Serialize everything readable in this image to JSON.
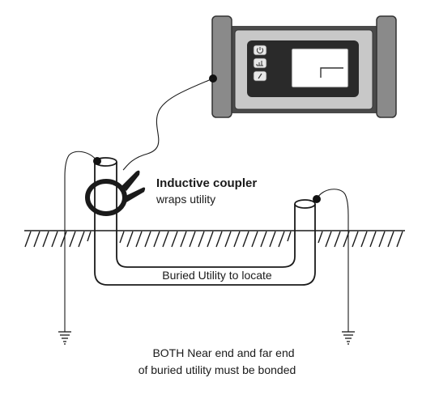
{
  "diagram": {
    "coupler_title": "Inductive coupler",
    "coupler_subtitle": "wraps utility",
    "pipe_label": "Buried Utility to locate",
    "note_line1": "BOTH Near end and far end",
    "note_line2": "of buried utility must be bonded"
  },
  "transmitter": {
    "buttons": [
      "power-icon",
      "volume-icon",
      "frequency-icon"
    ]
  },
  "colors": {
    "body": "#4a4a4a",
    "bumper": "#8a8a8a",
    "panel": "#c8c8c8",
    "ink": "#1a1a1a"
  }
}
